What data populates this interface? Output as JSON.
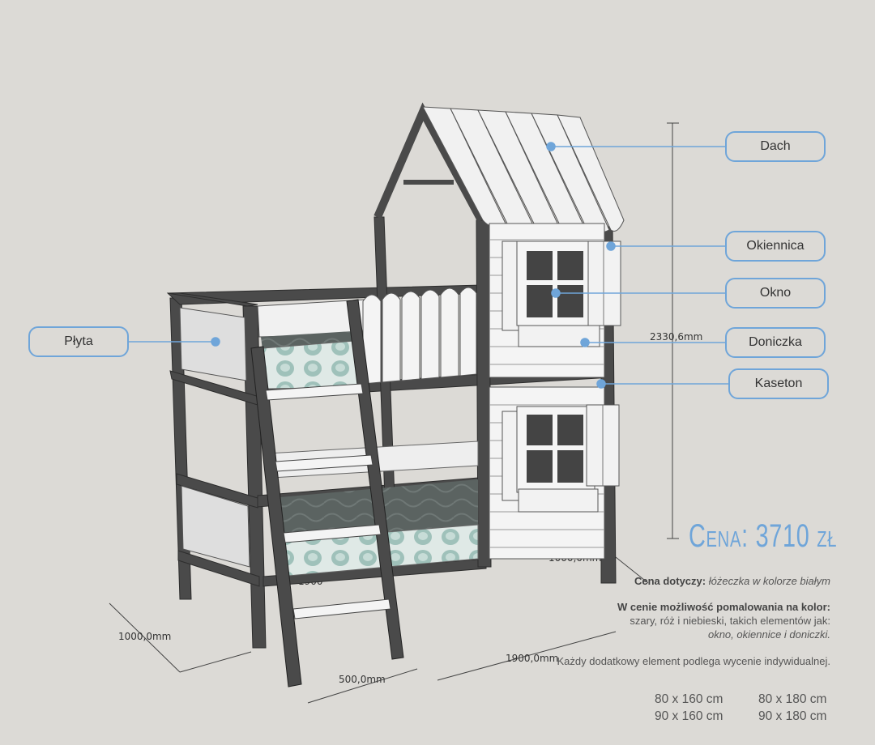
{
  "callouts": {
    "dach": "Dach",
    "okiennica": "Okiennica",
    "okno": "Okno",
    "doniczka": "Doniczka",
    "kaseton": "Kaseton",
    "plyta": "Płyta"
  },
  "dimensions": {
    "height": "2330,6mm",
    "depth_right": "1000,0mm",
    "depth_left": "1000,0mm",
    "length": "1900,0mm",
    "ladder": "500,0mm",
    "lower_label": "1900"
  },
  "price": {
    "label": "Cena: 3710 zł"
  },
  "info": {
    "base_label": "Cena dotyczy:",
    "base_value": "łóżeczka w kolorze białym",
    "paint_label": "W cenie możliwość pomalowania na kolor:",
    "paint_colors": "szary, róż i niebieski, takich elementów jak:",
    "paint_elements": "okno, okiennice i doniczki.",
    "extra_note": "Każdy dodatkowy element podlega wycenie indywidualnej."
  },
  "sizes": [
    "80 x 160 cm",
    "80 x 180 cm",
    "90 x 160 cm",
    "90 x 180 cm"
  ],
  "colors": {
    "frame": "#4a4a4a",
    "accent": "#6fa5d9",
    "background": "#dcdad6",
    "mattress": "#a9c7c1"
  }
}
